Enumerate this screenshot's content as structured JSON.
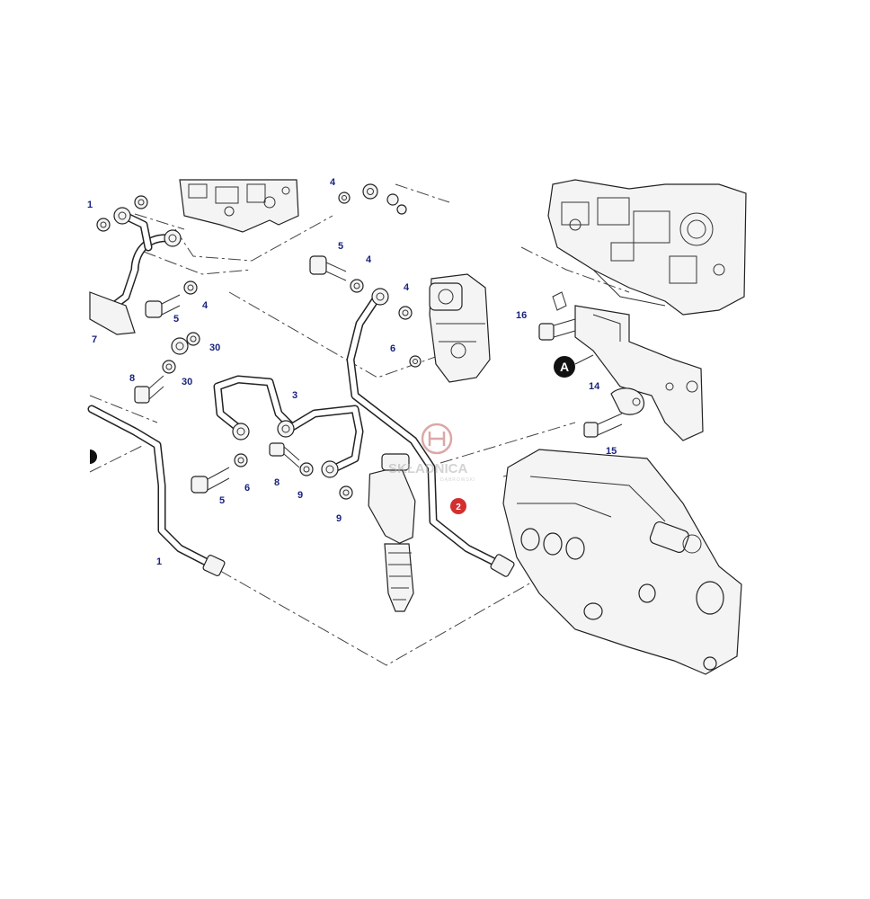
{
  "callouts": [
    {
      "id": "c1a",
      "label": "1"
    },
    {
      "id": "c4a",
      "label": "4"
    },
    {
      "id": "c5a",
      "label": "5"
    },
    {
      "id": "c4b",
      "label": "4"
    },
    {
      "id": "c4c",
      "label": "4"
    },
    {
      "id": "c5b",
      "label": "5"
    },
    {
      "id": "c4d",
      "label": "4"
    },
    {
      "id": "c7",
      "label": "7"
    },
    {
      "id": "c30a",
      "label": "30"
    },
    {
      "id": "c6a",
      "label": "6"
    },
    {
      "id": "c8a",
      "label": "8"
    },
    {
      "id": "c30b",
      "label": "30"
    },
    {
      "id": "c16",
      "label": "16"
    },
    {
      "id": "c14",
      "label": "14"
    },
    {
      "id": "c15",
      "label": "15"
    },
    {
      "id": "c3",
      "label": "3"
    },
    {
      "id": "c6b",
      "label": "6"
    },
    {
      "id": "c8b",
      "label": "8"
    },
    {
      "id": "c5c",
      "label": "5"
    },
    {
      "id": "c9a",
      "label": "9"
    },
    {
      "id": "c9b",
      "label": "9"
    },
    {
      "id": "c1b",
      "label": "1"
    }
  ],
  "view_marker": {
    "label": "A",
    "color": "#111111"
  },
  "highlight_marker": {
    "label": "2",
    "color": "#d32f2f"
  },
  "watermark": {
    "brand": "SKŁADNICA",
    "sub": "DĄBROWSKI",
    "color": "#c06060"
  }
}
